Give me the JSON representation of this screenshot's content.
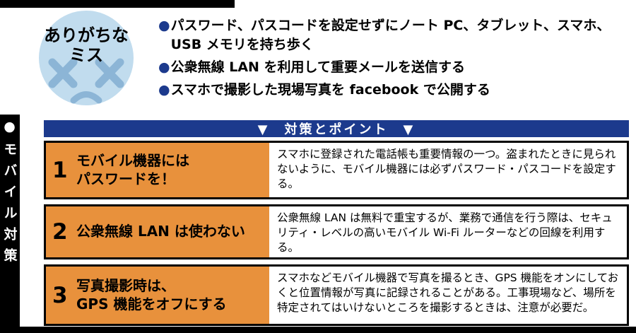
{
  "colors": {
    "navy": "#1c3a8d",
    "orange": "#e8913c",
    "badge_background": "#c1dcee",
    "badge_face": "#8cb5d6",
    "bar_black": "#000000"
  },
  "sidebar": {
    "label": "●モバイル対策"
  },
  "badge": {
    "line1": "ありがちな",
    "line2": "ミス"
  },
  "mistakes": {
    "bullet": "●",
    "items": [
      "パスワード、パスコードを設定せずにノート PC、タブレット、スマホ、USB メモリを持ち歩く",
      "公衆無線 LAN を利用して重要メールを送信する",
      "スマホで撮影した現場写真を facebook で公開する"
    ]
  },
  "table": {
    "header": "▼　対策とポイント　▼",
    "rows": [
      {
        "num": "1",
        "title": "モバイル機器には\nパスワードを！",
        "desc": "スマホに登録された電話帳も重要情報の一つ。盗まれたときに見られないように、モバイル機器には必ずパスワード・パスコードを設定する。"
      },
      {
        "num": "2",
        "title": "公衆無線 LAN は使わない",
        "desc": "公衆無線 LAN は無料で重宝するが、業務で通信を行う際は、セキュリティ・レベルの高いモバイル Wi-Fi ルーターなどの回線を利用する。"
      },
      {
        "num": "3",
        "title": "写真撮影時は、\nGPS 機能をオフにする",
        "desc": "スマホなどモバイル機器で写真を撮るとき、GPS 機能をオンにしておくと位置情報が写真に記録されることがある。工事現場など、場所を特定されてはいけないところを撮影するときは、注意が必要だ。"
      }
    ]
  }
}
